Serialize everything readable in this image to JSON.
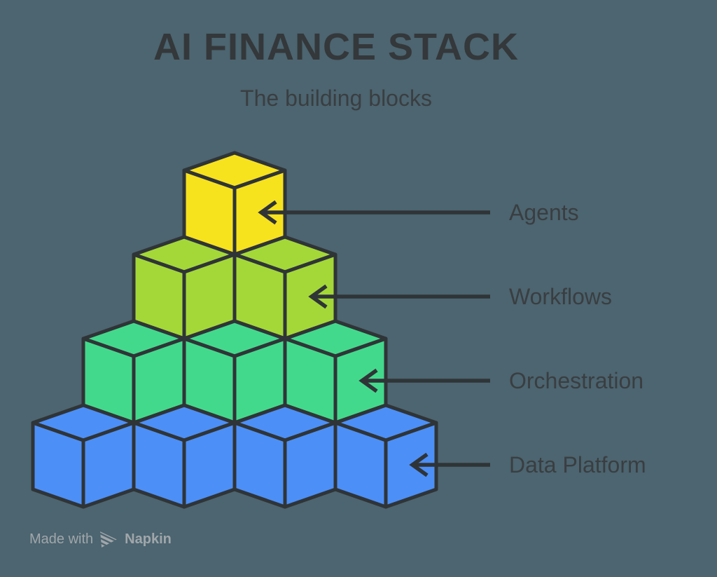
{
  "header": {
    "title": "AI FINANCE STACK",
    "subtitle": "The building blocks"
  },
  "pyramid": {
    "rows": [
      {
        "label": "Agents",
        "cubes": 1,
        "color": "#F7E21E"
      },
      {
        "label": "Workflows",
        "cubes": 2,
        "color": "#A4D838"
      },
      {
        "label": "Orchestration",
        "cubes": 3,
        "color": "#43D98C"
      },
      {
        "label": "Data Platform",
        "cubes": 4,
        "color": "#4C8FF7"
      }
    ]
  },
  "colors": {
    "background": "#4C6570",
    "outline": "#2F3437",
    "title_text": "#34383B",
    "label_text": "#3A3E41",
    "footer_text": "#A0A6AA"
  },
  "footer": {
    "made_with": "Made with",
    "brand": "Napkin"
  }
}
